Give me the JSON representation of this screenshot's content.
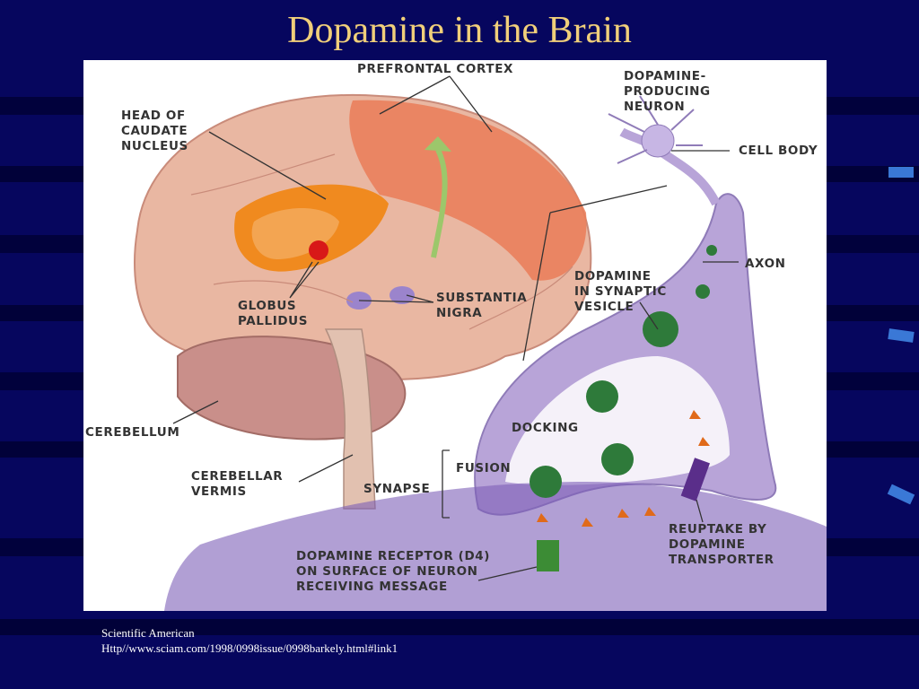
{
  "slide": {
    "title": "Dopamine in the Brain"
  },
  "figure": {
    "labels": {
      "prefrontal_cortex": "PREFRONTAL CORTEX",
      "head_of_caudate": "HEAD OF\nCAUDATE\nNUCLEUS",
      "dopamine_producing_neuron": "DOPAMINE-\nPRODUCING\nNEURON",
      "cell_body": "CELL BODY",
      "axon": "AXON",
      "dopamine_vesicle": "DOPAMINE\nIN SYNAPTIC\nVESICLE",
      "globus_pallidus": "GLOBUS\nPALLIDUS",
      "substantia_nigra": "SUBSTANTIA\nNIGRA",
      "docking": "DOCKING",
      "fusion": "FUSION",
      "synapse": "SYNAPSE",
      "cerebellum": "CEREBELLUM",
      "cerebellar_vermis": "CEREBELLAR\nVERMIS",
      "reuptake": "REUPTAKE BY\nDOPAMINE\nTRANSPORTER",
      "receptor": "DOPAMINE RECEPTOR (D4)\nON SURFACE OF NEURON\nRECEIVING MESSAGE"
    },
    "colors": {
      "brain": "#e8b5a0",
      "frontal": "#e97a55",
      "caudate": "#f08a1f",
      "neuron": "#b6a3d8",
      "vesicle": "#2e7a3a",
      "label": "#333333"
    }
  },
  "caption": {
    "source": "Scientific American",
    "url": "Http//www.sciam.com/1998/0998issue/0998barkely.html#link1"
  }
}
